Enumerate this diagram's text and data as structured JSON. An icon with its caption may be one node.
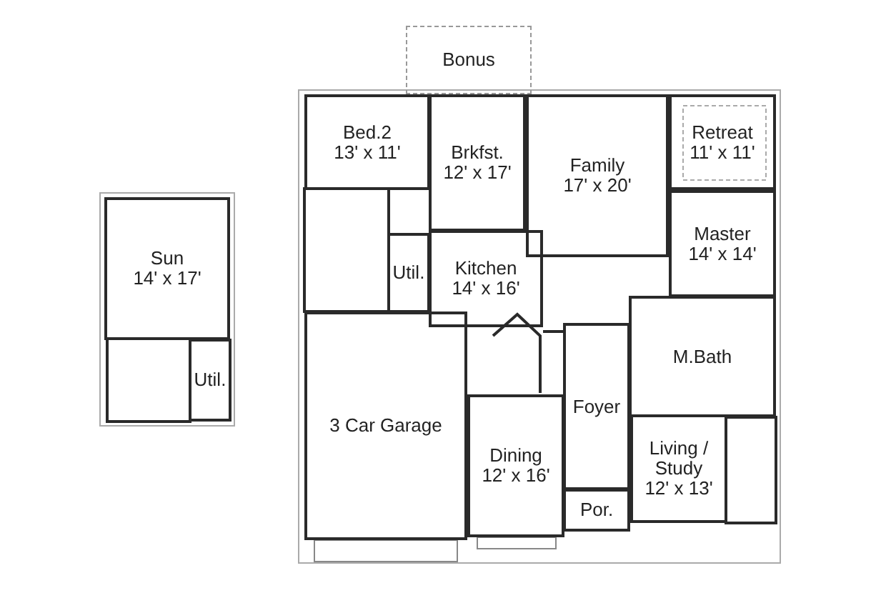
{
  "diagram": {
    "nodes": [
      {
        "text": [
          "Bonus"
        ]
      },
      {
        "text": [
          "Bed.2",
          "13' x 11'"
        ]
      },
      {
        "text": [
          "Brkfst.",
          "12' x 17'"
        ]
      },
      {
        "text": [
          "Family",
          "17' x 20'"
        ]
      },
      {
        "text": [
          "Retreat",
          "11' x 11'"
        ]
      },
      {
        "text": [
          "Sun",
          "14' x 17'"
        ]
      },
      {
        "text": [
          "Util."
        ]
      },
      {
        "text": [
          "Kitchen",
          "14' x 16'"
        ]
      },
      {
        "text": [
          "Master",
          "14' x 14'"
        ]
      },
      {
        "text": [
          "Util."
        ]
      },
      {
        "text": [
          "M.Bath"
        ]
      },
      {
        "text": [
          "3 Car Garage"
        ]
      },
      {
        "text": [
          "Dining",
          "12' x 16'"
        ]
      },
      {
        "text": [
          "Foyer"
        ]
      },
      {
        "text": [
          "Living / Study",
          "12' x 13'"
        ]
      },
      {
        "text": [
          "Por."
        ]
      }
    ]
  }
}
